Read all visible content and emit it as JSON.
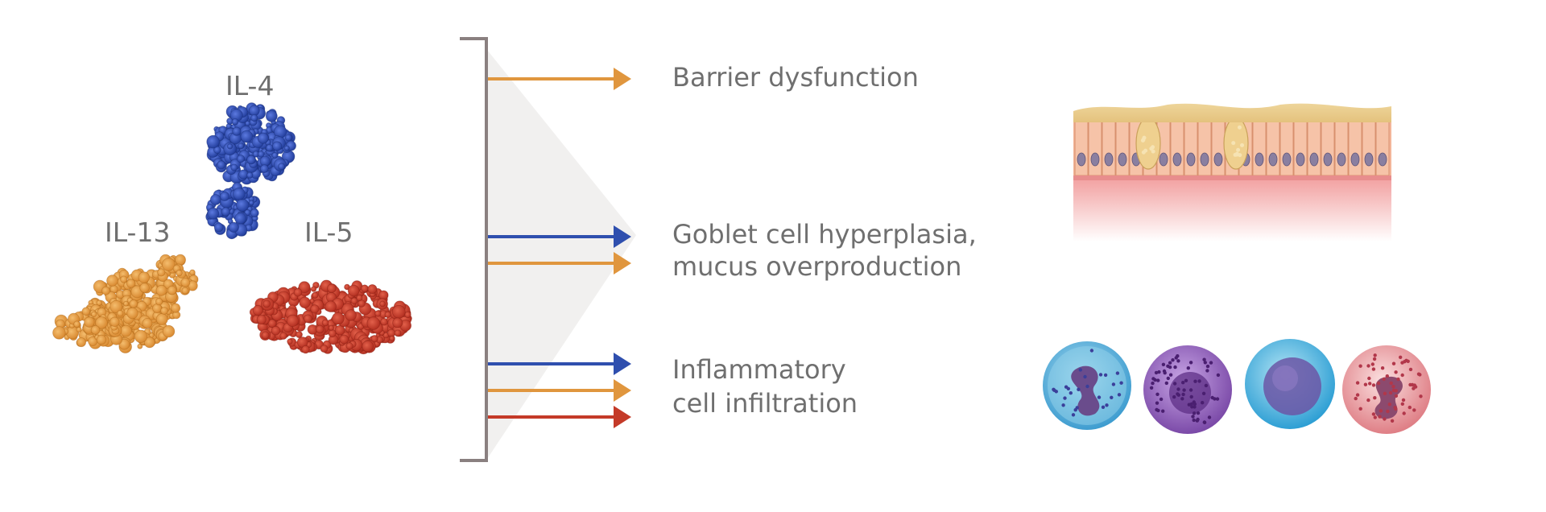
{
  "cytokines": {
    "il4": {
      "label": "IL-4",
      "color": "#2f4fae"
    },
    "il13": {
      "label": "IL-13",
      "color": "#e0963e"
    },
    "il5": {
      "label": "IL-5",
      "color": "#c43a28"
    }
  },
  "effects": {
    "barrier": {
      "line1": "Barrier dysfunction",
      "arrows": [
        "il13"
      ]
    },
    "goblet": {
      "line1": "Goblet cell hyperplasia,",
      "line2": "mucus overproduction",
      "arrows": [
        "il4",
        "il13"
      ]
    },
    "inflammatory": {
      "line1": "Inflammatory",
      "line2": "cell infiltration",
      "arrows": [
        "il4",
        "il13",
        "il5"
      ]
    }
  },
  "colors": {
    "bracket": "#8a8080",
    "text": "#6f6f6f",
    "epithelium": "#f2b79c",
    "nucleus": "#8a7fa0"
  }
}
